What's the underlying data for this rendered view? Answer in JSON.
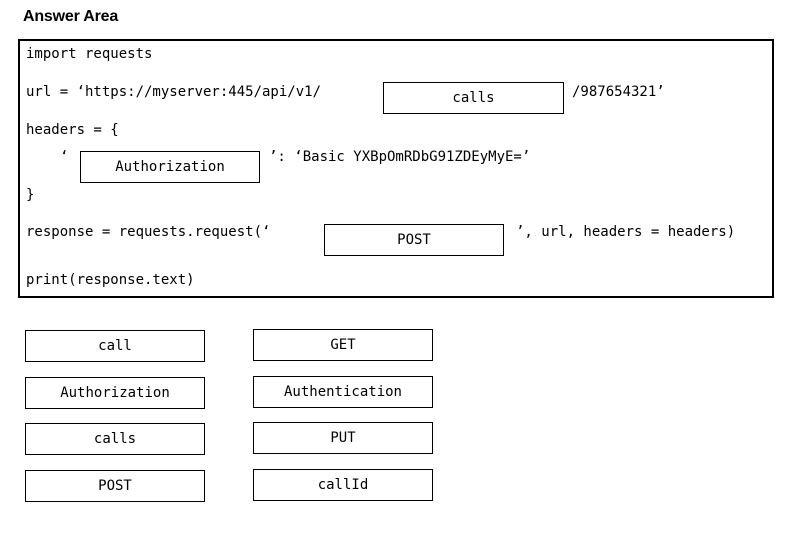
{
  "header": {
    "title": "Answer Area"
  },
  "code": {
    "line1": "import requests",
    "line2_prefix": "url = ‘https://myserver:445/api/v1/",
    "line2_suffix": "/987654321’",
    "line3": "headers = {",
    "line4_prefix": "‘",
    "line4_suffix": "’: ‘Basic YXBpOmRDbG91ZDEyMyE=’",
    "line5": "}",
    "line6_prefix": "response = requests.request(‘",
    "line6_suffix": "’, url, headers = headers)",
    "line7": "print(response.text)"
  },
  "targets": {
    "endpoint": "calls",
    "header_key": "Authorization",
    "method": "POST"
  },
  "options": {
    "col1": [
      "call",
      "Authorization",
      "calls",
      "POST"
    ],
    "col2": [
      "GET",
      "Authentication",
      "PUT",
      "callId"
    ]
  }
}
